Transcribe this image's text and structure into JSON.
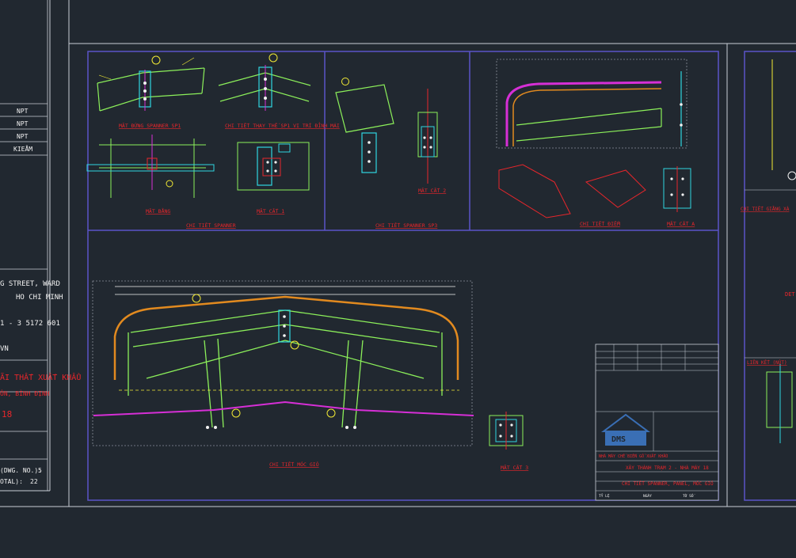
{
  "colors": {
    "background": "#212830",
    "frame": "#5b54c8",
    "border": "#c9ced6",
    "title_red": "#e8262b",
    "beam_green": "#8cf05a",
    "bolt_white": "#f2f2f2",
    "magenta": "#d62fd6",
    "yellow": "#f2ea35",
    "cyan": "#2fd6e0",
    "orange": "#e28a1f",
    "logo_blue": "#3a6fb5"
  },
  "left_title_block": {
    "table_rows": [
      "NPT",
      "NPT",
      "NPT",
      "KIEÅM"
    ],
    "address_line1": "G STREET, WARD",
    "address_line2": "HO CHI MINH",
    "phone": "1 - 3 5172 601",
    "line_vn": "VN",
    "project_line1": "ÃI THẤT XUẤT KHẨU",
    "project_line2": "ÔN, BÌNH ĐỊNH",
    "drawing_no": "18",
    "dwg_label": "(DWG. NO.):",
    "dwg_value": "5",
    "total_label": "OTAL):",
    "total_value": "22"
  },
  "drawing_titles": {
    "t1": "MẶT ĐỨNG SPANNER SP1",
    "t2": "CHI TIẾT THAY THẾ SP1 VỊ TRÍ ĐỈNH MÁI",
    "t3": "MẶT BẰNG",
    "t4": "MẶT CẮT 1",
    "panel1": "CHI TIẾT SPANNER",
    "t5": "MẶT CẮT 2",
    "panel2": "CHI TIẾT SPANNER SP3",
    "t6": "CHI TIẾT ĐIỂM",
    "t7": "MẶT CẮT A",
    "t8": "CHI TIẾT MÓC GIÓ",
    "t9": "MẶT CẮT 3",
    "t10": "CHI TIẾT GIẰNG XÀ",
    "t11": "LIÊN KẾT (NÚT)",
    "right_small": "DET"
  },
  "title_block": {
    "company_short": "DMS",
    "project_title": "XÂY THÀNH TRẠM 2 - NHÀ MÁY 18",
    "sheet_title": "CHI TIẾT SPANNER, PANEL, MÓC GIÓ",
    "client": "NHÀ MÁY CHẾ BIẾN GỖ XUẤT KHẨU",
    "label_scale": "TỶ LỆ",
    "label_date": "NGÀY",
    "label_sheet": "TỜ SỐ"
  }
}
